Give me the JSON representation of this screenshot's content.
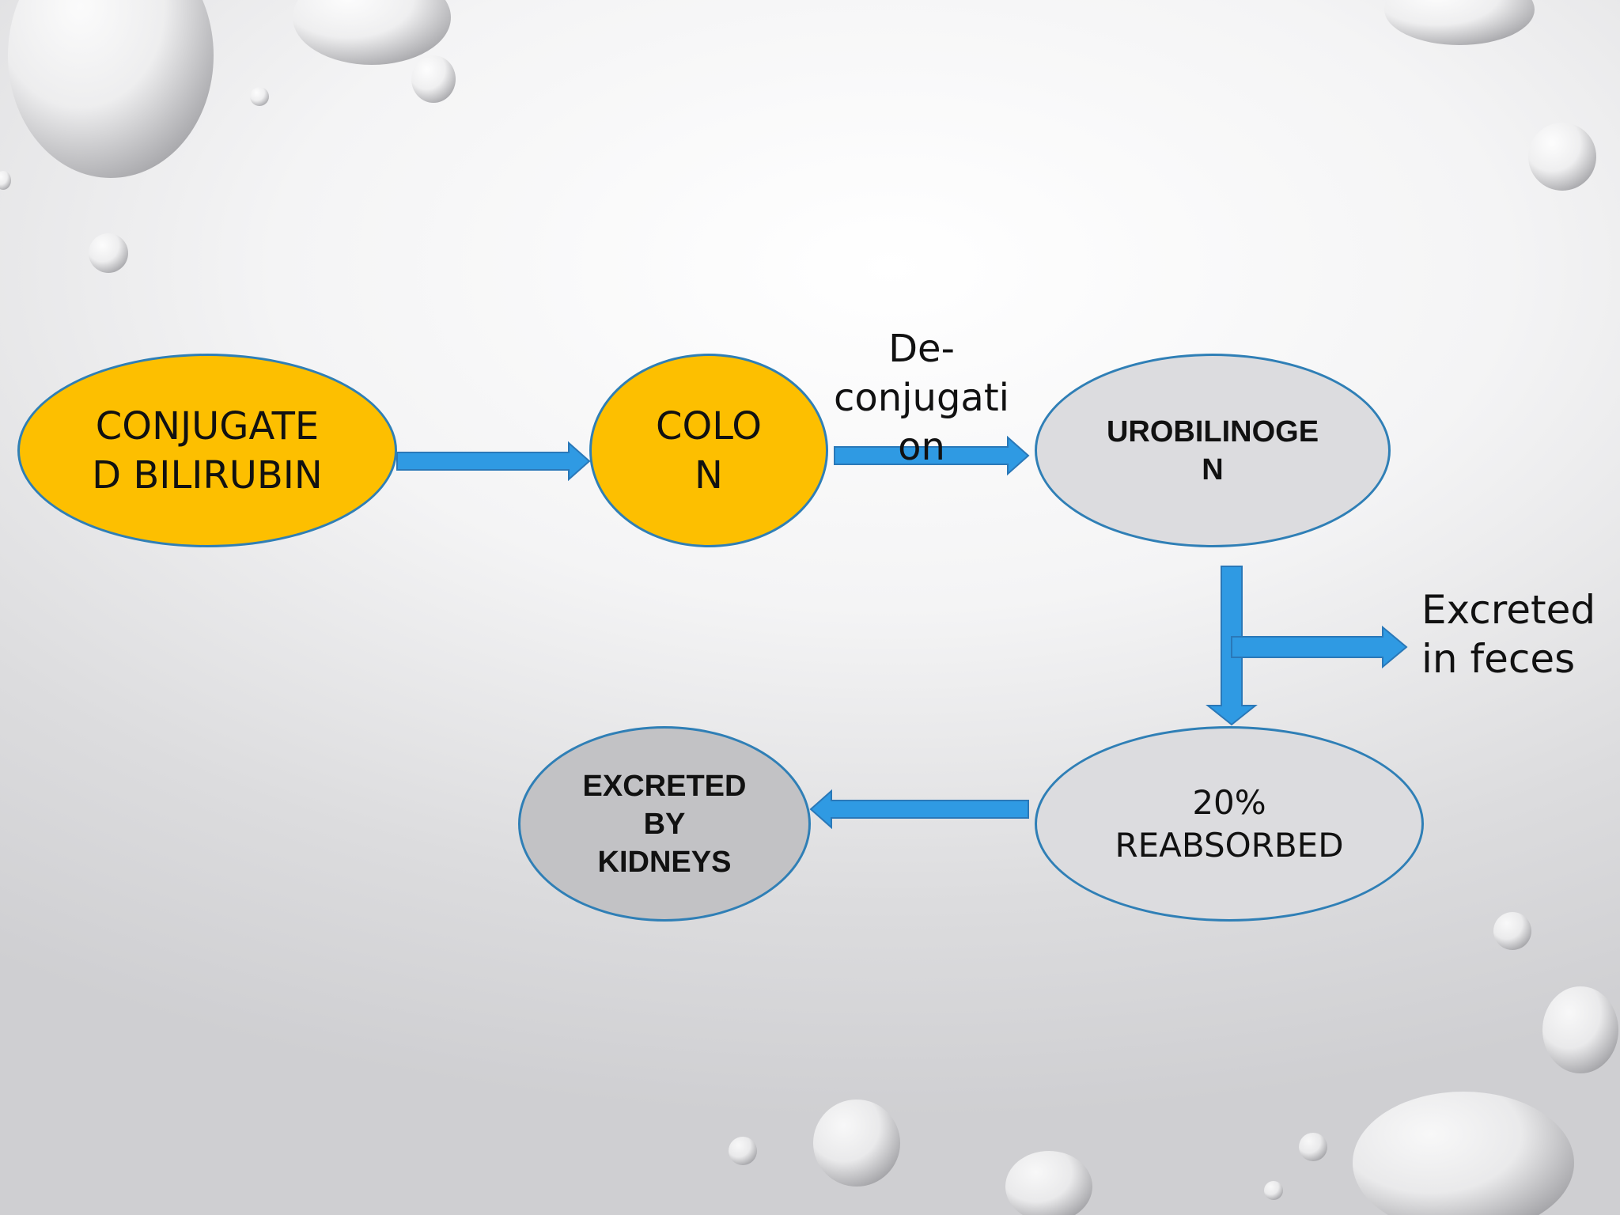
{
  "nodes": {
    "conjugated_bilirubin": "CONJUGATE\nD BILIRUBIN",
    "colon": "COLO\nN",
    "urobilinogen": "UROBILINOGE\nN",
    "reabsorbed": "20%\nREABSORBED",
    "excreted_by_kidneys": "EXCRETED\nBY\nKIDNEYS"
  },
  "edge_labels": {
    "deconjugation": "De-\nconjugati\non",
    "excreted_in_feces": "Excreted\nin feces"
  },
  "colors": {
    "node_yellow": "#fdbf00",
    "node_light_gray": "#dcdcdf",
    "node_mid_gray": "#c2c2c5",
    "node_border": "#2f7fb6",
    "arrow_fill": "#2f9ae3",
    "arrow_stroke": "#2a78b8"
  }
}
